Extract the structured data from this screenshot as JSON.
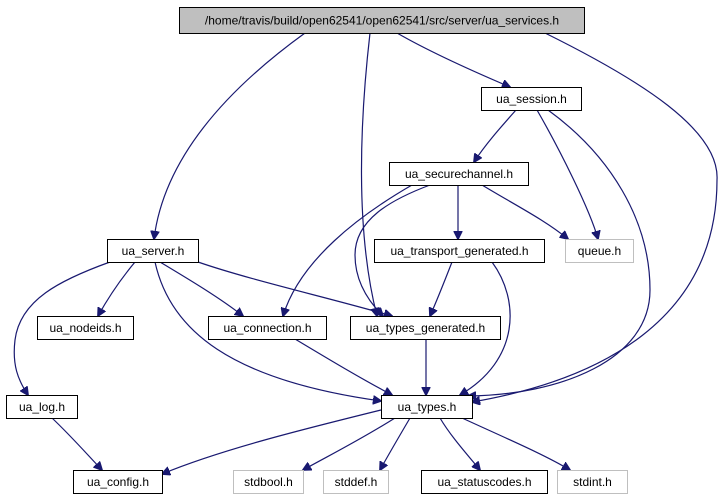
{
  "graph": {
    "style": {
      "edge_color": "#191970",
      "border_color": "#000000",
      "external_border_color": "#bfbfbf",
      "root_fill": "#bfbfbf",
      "fill": "#ffffff"
    },
    "nodes": [
      {
        "id": "ua_services",
        "label": "/home/travis/build/open62541/open62541/src/server/ua_services.h",
        "kind": "root"
      },
      {
        "id": "ua_session",
        "label": "ua_session.h",
        "kind": "file"
      },
      {
        "id": "ua_securechannel",
        "label": "ua_securechannel.h",
        "kind": "file"
      },
      {
        "id": "ua_server",
        "label": "ua_server.h",
        "kind": "file"
      },
      {
        "id": "ua_transport_generated",
        "label": "ua_transport_generated.h",
        "kind": "file"
      },
      {
        "id": "queue",
        "label": "queue.h",
        "kind": "external"
      },
      {
        "id": "ua_nodeids",
        "label": "ua_nodeids.h",
        "kind": "file"
      },
      {
        "id": "ua_connection",
        "label": "ua_connection.h",
        "kind": "file"
      },
      {
        "id": "ua_types_generated",
        "label": "ua_types_generated.h",
        "kind": "file"
      },
      {
        "id": "ua_log",
        "label": "ua_log.h",
        "kind": "file"
      },
      {
        "id": "ua_types",
        "label": "ua_types.h",
        "kind": "file"
      },
      {
        "id": "ua_config",
        "label": "ua_config.h",
        "kind": "file"
      },
      {
        "id": "stdbool",
        "label": "stdbool.h",
        "kind": "external"
      },
      {
        "id": "stddef",
        "label": "stddef.h",
        "kind": "external"
      },
      {
        "id": "ua_statuscodes",
        "label": "ua_statuscodes.h",
        "kind": "file"
      },
      {
        "id": "stdint",
        "label": "stdint.h",
        "kind": "external"
      }
    ],
    "edges": [
      {
        "from": "ua_services",
        "to": "ua_session"
      },
      {
        "from": "ua_services",
        "to": "ua_server"
      },
      {
        "from": "ua_services",
        "to": "ua_types_generated"
      },
      {
        "from": "ua_services",
        "to": "ua_types"
      },
      {
        "from": "ua_session",
        "to": "ua_securechannel"
      },
      {
        "from": "ua_session",
        "to": "queue"
      },
      {
        "from": "ua_session",
        "to": "ua_types"
      },
      {
        "from": "ua_securechannel",
        "to": "ua_transport_generated"
      },
      {
        "from": "ua_securechannel",
        "to": "queue"
      },
      {
        "from": "ua_securechannel",
        "to": "ua_connection"
      },
      {
        "from": "ua_securechannel",
        "to": "ua_types_generated"
      },
      {
        "from": "ua_server",
        "to": "ua_log"
      },
      {
        "from": "ua_server",
        "to": "ua_nodeids"
      },
      {
        "from": "ua_server",
        "to": "ua_connection"
      },
      {
        "from": "ua_server",
        "to": "ua_types_generated"
      },
      {
        "from": "ua_server",
        "to": "ua_types"
      },
      {
        "from": "ua_transport_generated",
        "to": "ua_types_generated"
      },
      {
        "from": "ua_transport_generated",
        "to": "ua_types"
      },
      {
        "from": "ua_connection",
        "to": "ua_types"
      },
      {
        "from": "ua_types_generated",
        "to": "ua_types"
      },
      {
        "from": "ua_log",
        "to": "ua_config"
      },
      {
        "from": "ua_types",
        "to": "ua_config"
      },
      {
        "from": "ua_types",
        "to": "stdbool"
      },
      {
        "from": "ua_types",
        "to": "stddef"
      },
      {
        "from": "ua_types",
        "to": "ua_statuscodes"
      },
      {
        "from": "ua_types",
        "to": "stdint"
      }
    ]
  }
}
